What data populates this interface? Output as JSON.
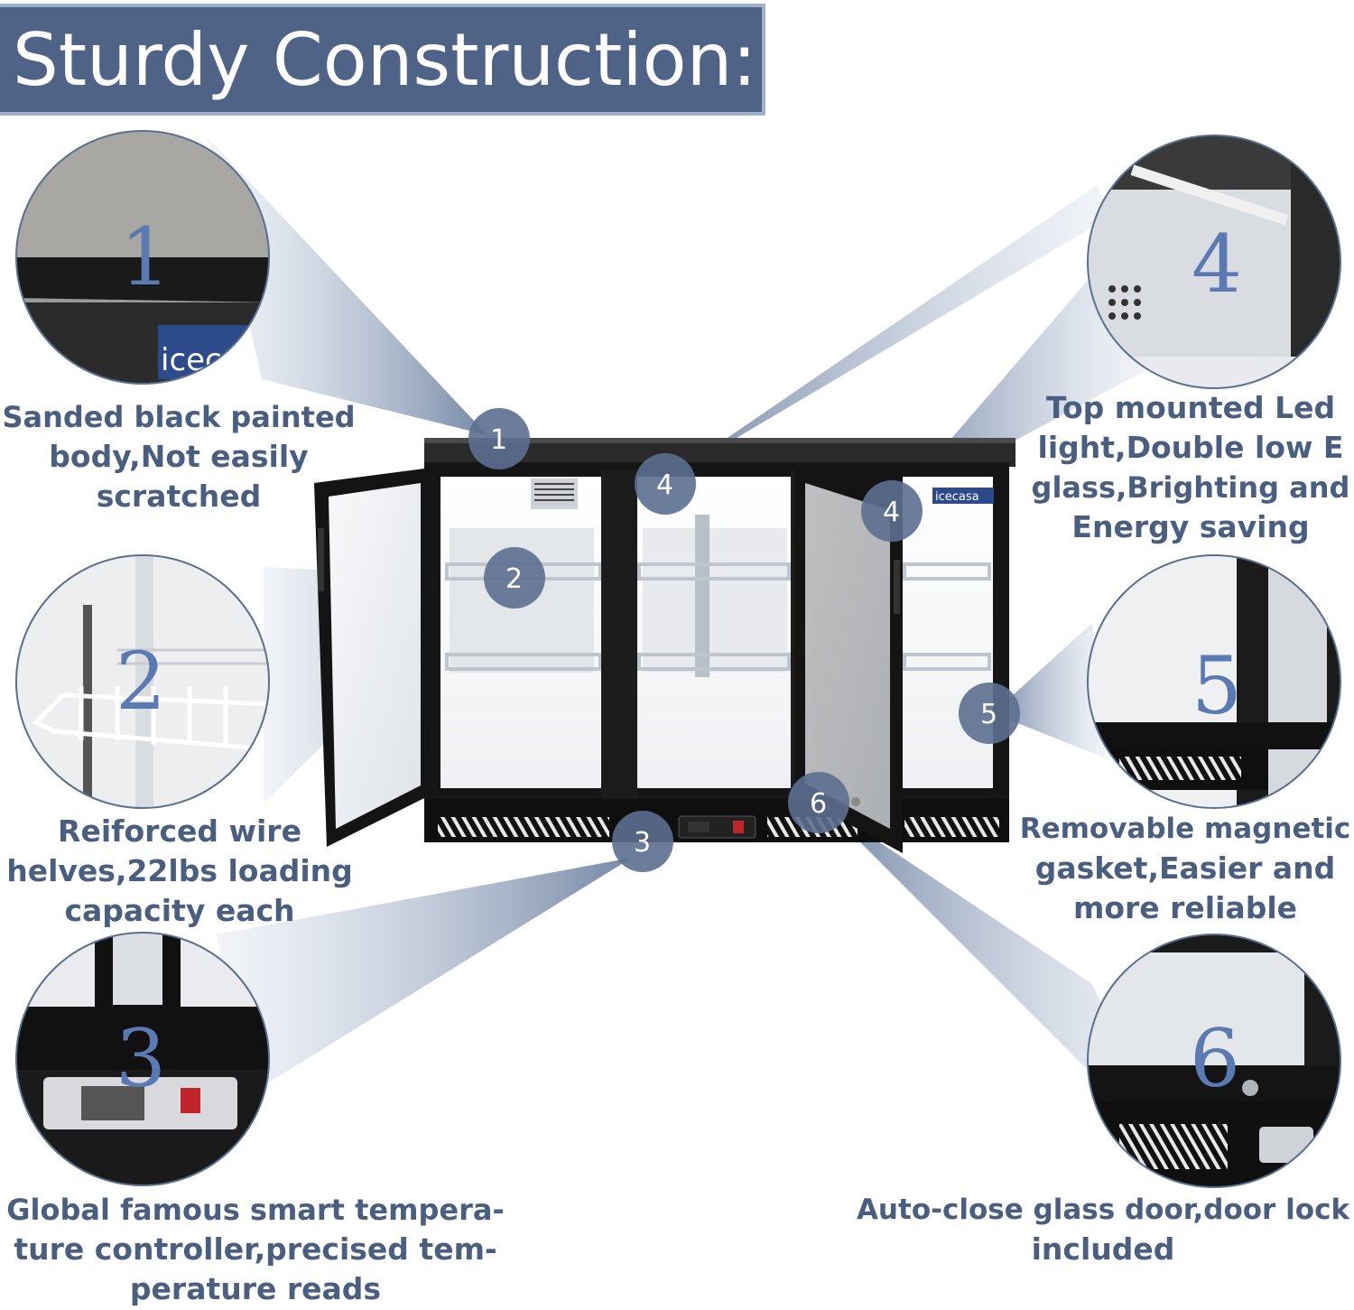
{
  "title": "Sturdy Construction:",
  "brand_label": "icecasa",
  "colors": {
    "banner": "#4e6385",
    "caption_text": "#4a5f80",
    "badge": "#5b6f8f",
    "zoom_number": "#5b79b3",
    "cabinet": "#1b1b1b"
  },
  "features": [
    {
      "number": "1",
      "caption_lines": [
        "Sanded black painted",
        "body,Not easily",
        "scratched"
      ]
    },
    {
      "number": "2",
      "caption_lines": [
        "Reiforced wire",
        "helves,22lbs loading",
        "capacity each"
      ]
    },
    {
      "number": "3",
      "caption_lines": [
        "Global famous smart tempera-",
        "ture controller,precised tem-",
        "perature reads"
      ]
    },
    {
      "number": "4",
      "caption_lines": [
        "Top mounted Led",
        "light,Double low E",
        "glass,Brighting and",
        "Energy saving"
      ]
    },
    {
      "number": "5",
      "caption_lines": [
        "Removable magnetic",
        "gasket,Easier and",
        "more reliable"
      ]
    },
    {
      "number": "6",
      "caption_lines": [
        "Auto-close glass door,door lock",
        "included"
      ]
    }
  ],
  "product_badges": [
    "1",
    "2",
    "3",
    "4",
    "4",
    "5",
    "6"
  ]
}
